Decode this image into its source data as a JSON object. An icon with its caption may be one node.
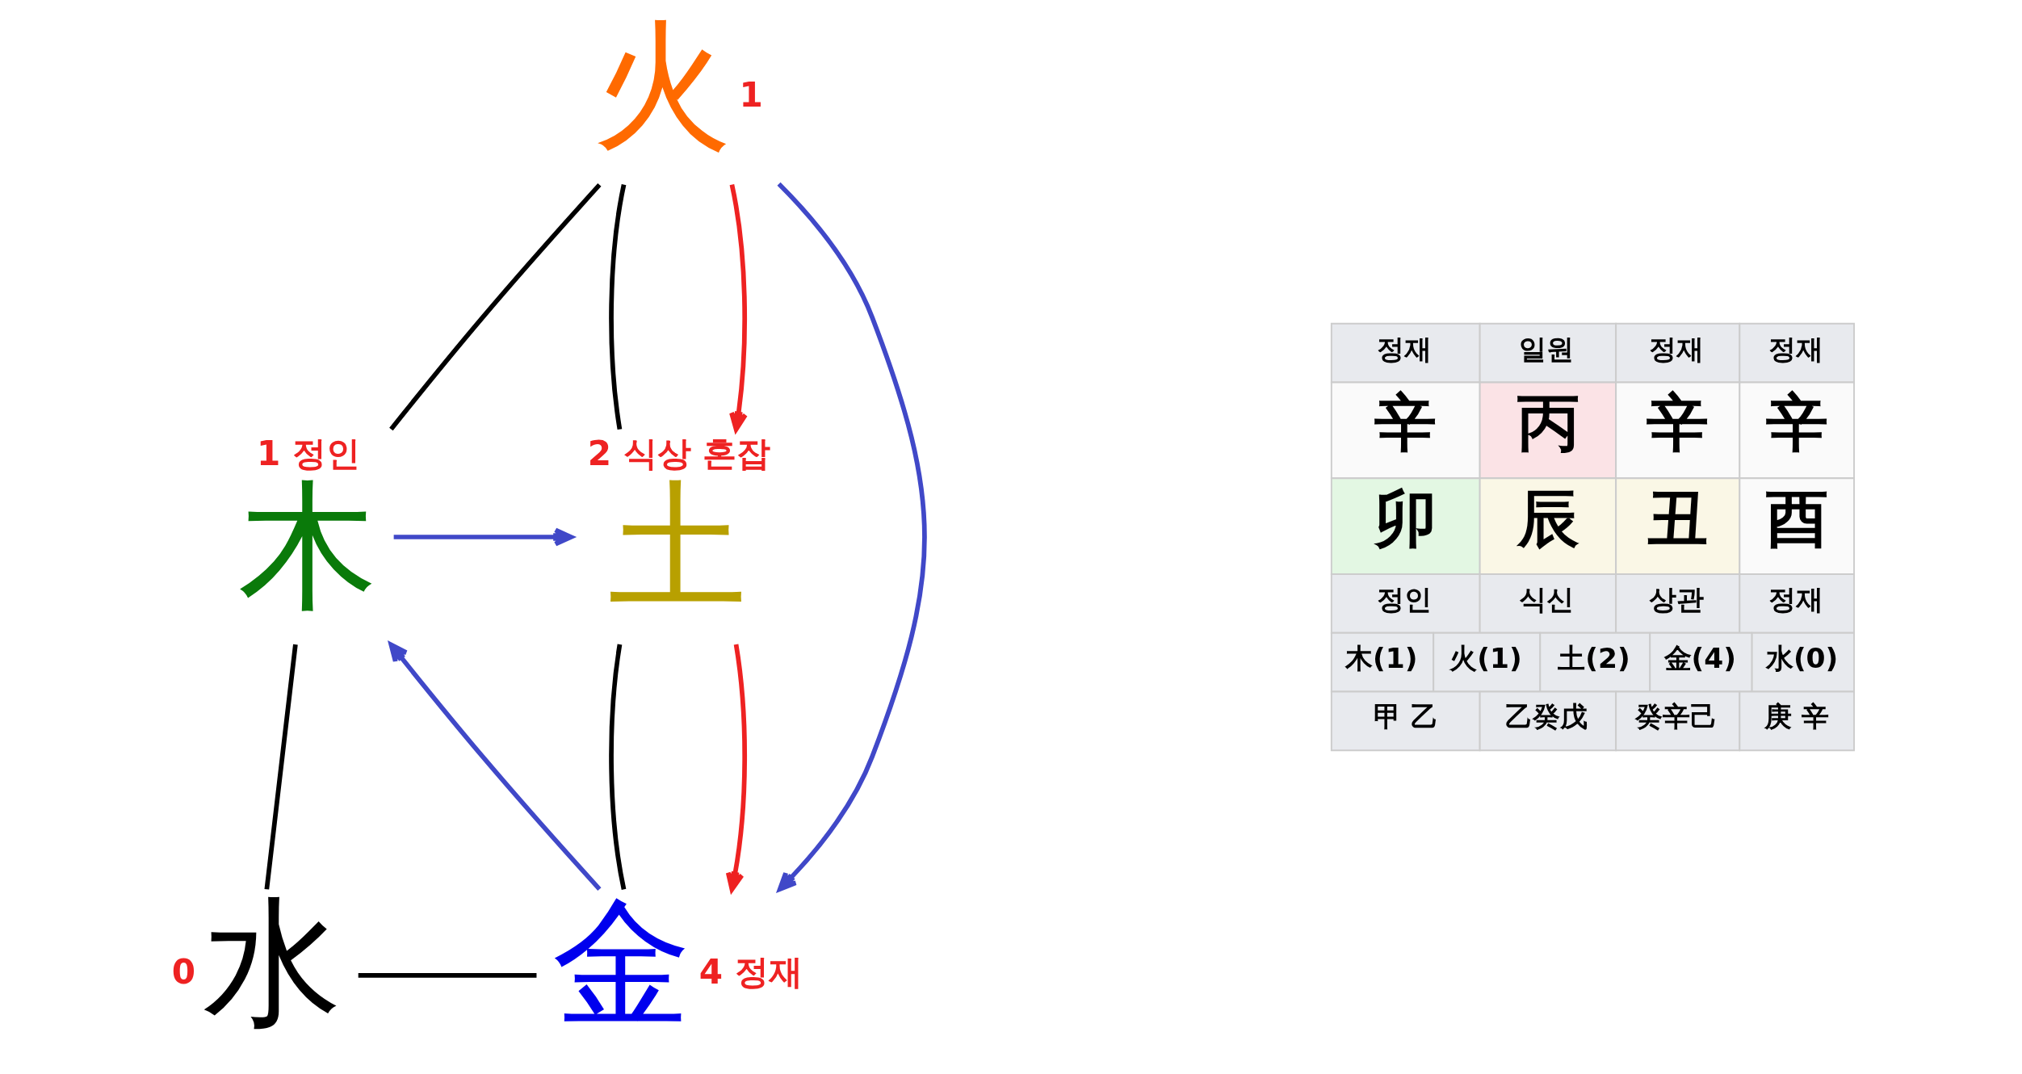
{
  "diagram": {
    "nodes": [
      {
        "text": [
          "火"
        ],
        "beside": [
          "1"
        ]
      },
      {
        "text": [
          "木"
        ],
        "beside": [
          "1 정인"
        ]
      },
      {
        "text": [
          "土"
        ],
        "beside": [
          "2 식상 혼잡"
        ]
      },
      {
        "text": [
          "水"
        ],
        "beside": [
          "0"
        ]
      },
      {
        "text": [
          "金"
        ],
        "beside": [
          "4 정재"
        ]
      }
    ],
    "edges": [
      {
        "from": 1,
        "to": 0,
        "arrow": "none"
      },
      {
        "from": 0,
        "to": 2,
        "arrow": "none"
      },
      {
        "from": 0,
        "to": 2,
        "arrow": "to",
        "color": "#ee2222"
      },
      {
        "from": 0,
        "to": 4,
        "arrow": "to",
        "color": "#4048c8"
      },
      {
        "from": 1,
        "to": 2,
        "arrow": "to",
        "color": "#4048c8"
      },
      {
        "from": 4,
        "to": 1,
        "arrow": "to",
        "color": "#4048c8"
      },
      {
        "from": 2,
        "to": 4,
        "arrow": "none"
      },
      {
        "from": 2,
        "to": 4,
        "arrow": "to",
        "color": "#ee2222"
      },
      {
        "from": 3,
        "to": 1,
        "arrow": "none"
      },
      {
        "from": 3,
        "to": 4,
        "arrow": "none"
      }
    ],
    "labels": [
      "정재",
      "일원",
      "정재",
      "정재",
      "辛",
      "丙",
      "辛",
      "辛",
      "卯",
      "辰",
      "丑",
      "酉",
      "정인",
      "식신",
      "상관",
      "정재",
      "木(1)",
      "火(1)",
      "土(2)",
      "金(4)",
      "水(0)",
      "甲 乙",
      "乙癸戊",
      "癸辛己",
      "庚 辛"
    ]
  }
}
